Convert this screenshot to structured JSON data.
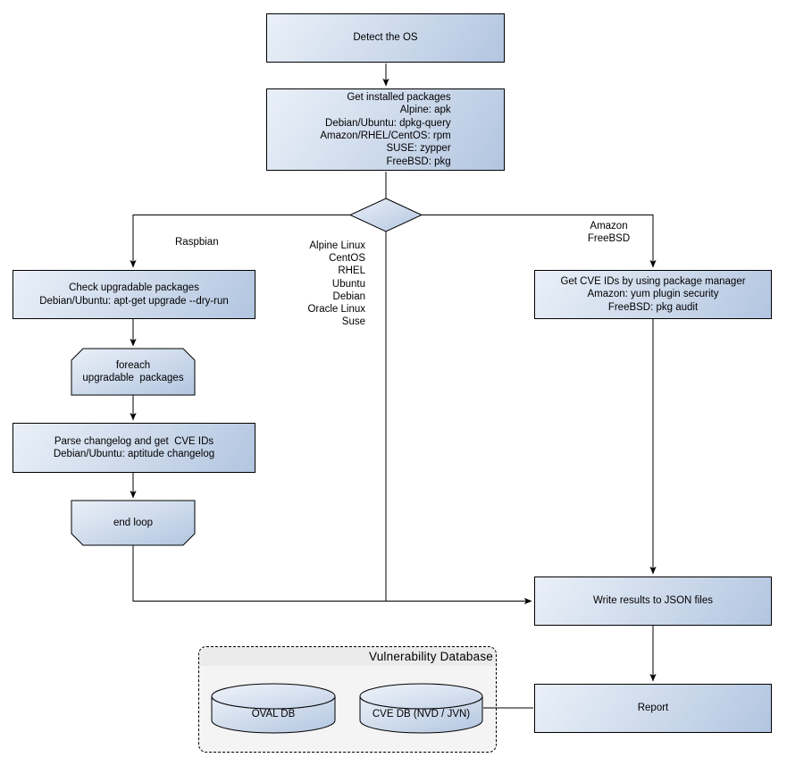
{
  "nodes": {
    "detect_os": "Detect the OS",
    "get_installed_packages": "Get installed packages\nAlpine: apk\nDebian/Ubuntu: dpkg-query\nAmazon/RHEL/CentOS: rpm\nSUSE: zypper\nFreeBSD: pkg",
    "check_upgradable": "Check upgradable packages\nDebian/Ubuntu: apt-get upgrade --dry-run",
    "foreach_loop": "foreach\nupgradable  packages",
    "parse_changelog": "Parse changelog and get  CVE IDs\nDebian/Ubuntu: aptitude changelog",
    "end_loop": "end loop",
    "get_cve_ids": "Get CVE IDs by using package manager\nAmazon: yum plugin security\nFreeBSD: pkg audit",
    "write_json": "Write results to JSON files",
    "report": "Report",
    "oval_db": "OVAL DB",
    "cve_db": "CVE DB (NVD / JVN)"
  },
  "labels": {
    "raspbian": "Raspbian",
    "os_list": "Alpine Linux\nCentOS\nRHEL\nUbuntu\nDebian\nOracle Linux\nSuse",
    "amazon_freebsd": "Amazon\nFreeBSD",
    "vulnerability_db_title": "Vulnerability Database"
  },
  "colors": {
    "node_gradient_start": "#eaf0f8",
    "node_gradient_end": "#b2c5e0",
    "node_border": "#000000",
    "group_background": "#f4f4f4",
    "group_header_background": "#ebebeb",
    "connector": "#000000"
  }
}
